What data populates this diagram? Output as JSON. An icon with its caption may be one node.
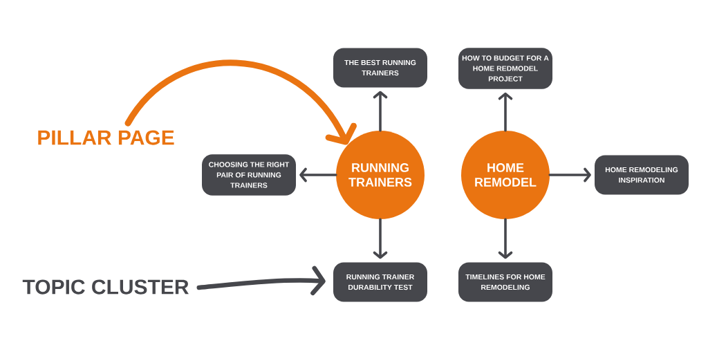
{
  "diagram": {
    "nodes": [
      {
        "text": [
          "THE BEST RUNNING TRAINERS"
        ]
      },
      {
        "text": [
          "HOW TO BUDGET FOR A HOME REDMODEL PROJECT"
        ]
      },
      {
        "text": [
          "PILLAR PAGE"
        ]
      },
      {
        "text": [
          "CHOOSING THE RIGHT PAIR OF RUNNING TRAINERS"
        ]
      },
      {
        "text": [
          "RUNNING TRAINERS"
        ]
      },
      {
        "text": [
          "HOME REMODEL"
        ]
      },
      {
        "text": [
          "HOME REMODELING INSPIRATION"
        ]
      },
      {
        "text": [
          "TOPIC CLUSTER"
        ]
      },
      {
        "text": [
          "RUNNING TRAINER DURABILITY TEST"
        ]
      },
      {
        "text": [
          "TIMELINES FOR HOME REMODELING"
        ]
      }
    ],
    "edges": [
      {
        "from": 2,
        "to": 4,
        "arrow": "to",
        "style": "thick",
        "color": "#ea7411"
      },
      {
        "from": 4,
        "to": 0,
        "arrow": "to"
      },
      {
        "from": 4,
        "to": 3,
        "arrow": "to"
      },
      {
        "from": 5,
        "to": 1,
        "arrow": "to"
      },
      {
        "from": 5,
        "to": 6,
        "arrow": "to"
      },
      {
        "from": 4,
        "to": 8,
        "arrow": "to"
      },
      {
        "from": 5,
        "to": 9,
        "arrow": "to"
      },
      {
        "from": 7,
        "to": 8,
        "arrow": "to",
        "style": "thick"
      }
    ]
  }
}
